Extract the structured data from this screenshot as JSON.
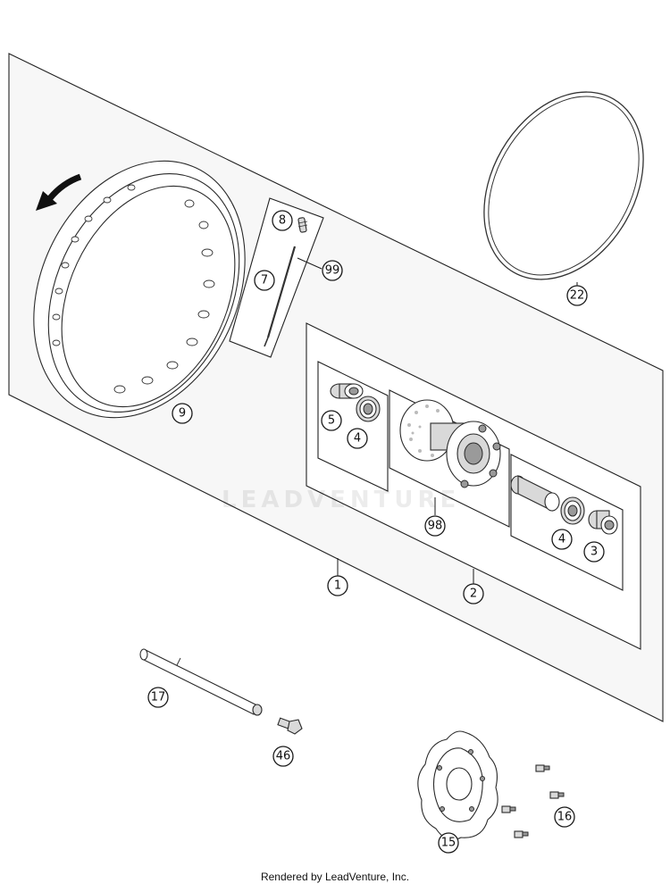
{
  "diagram": {
    "watermark": "LEADVENTURE",
    "callouts": [
      {
        "id": "c1",
        "label": "1"
      },
      {
        "id": "c2",
        "label": "2"
      },
      {
        "id": "c3",
        "label": "3"
      },
      {
        "id": "c4a",
        "label": "4"
      },
      {
        "id": "c4b",
        "label": "4"
      },
      {
        "id": "c5",
        "label": "5"
      },
      {
        "id": "c7",
        "label": "7"
      },
      {
        "id": "c8",
        "label": "8"
      },
      {
        "id": "c9",
        "label": "9"
      },
      {
        "id": "c15",
        "label": "15"
      },
      {
        "id": "c16",
        "label": "16"
      },
      {
        "id": "c17",
        "label": "17"
      },
      {
        "id": "c22",
        "label": "22"
      },
      {
        "id": "c46",
        "label": "46"
      },
      {
        "id": "c98",
        "label": "98"
      },
      {
        "id": "c99",
        "label": "99"
      }
    ]
  },
  "footer": {
    "text": "Rendered by LeadVenture, Inc."
  }
}
